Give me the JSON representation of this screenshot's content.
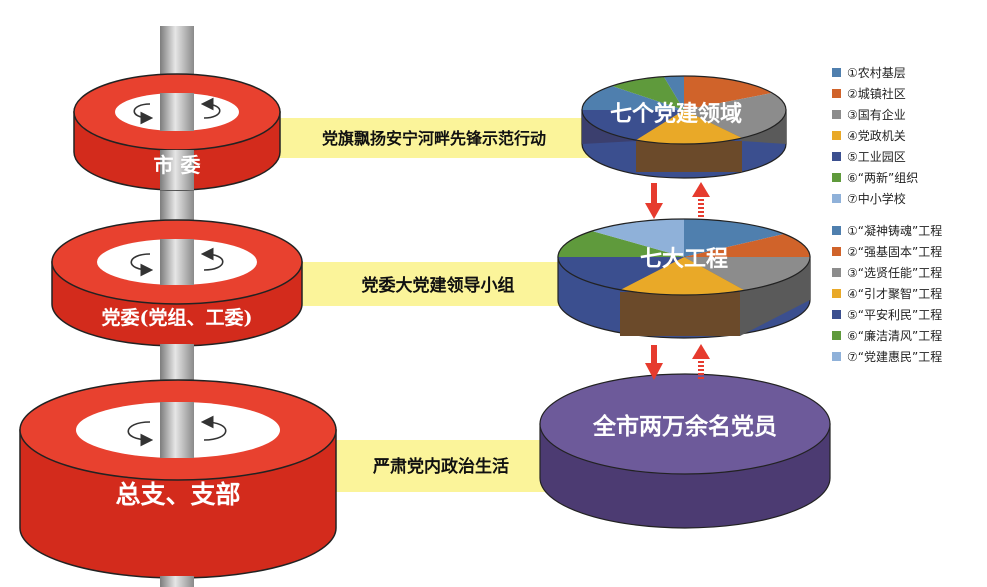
{
  "tiers": [
    {
      "label": "市  委",
      "bridge": "党旗飘扬安宁河畔先锋示范行动",
      "right": "七个党建领域"
    },
    {
      "label": "党委(党组、工委)",
      "bridge": "党委大党建领导小组",
      "right": "七大工程"
    },
    {
      "label": "总支、支部",
      "bridge": "严肃党内政治生活",
      "right": "全市两万余名党员"
    }
  ],
  "legend_domains": [
    {
      "text": "①农村基层",
      "color": "#4f7fae"
    },
    {
      "text": "②城镇社区",
      "color": "#d0632a"
    },
    {
      "text": "③国有企业",
      "color": "#8c8c8c"
    },
    {
      "text": "④党政机关",
      "color": "#e9a928"
    },
    {
      "text": "⑤工业园区",
      "color": "#3b4f8f"
    },
    {
      "text": "⑥“两新”组织",
      "color": "#5f9a3c"
    },
    {
      "text": "⑦中小学校",
      "color": "#8fb1d9"
    }
  ],
  "legend_projects": [
    {
      "text": "①“凝神铸魂”工程",
      "color": "#4f7fae"
    },
    {
      "text": "②“强基固本”工程",
      "color": "#d0632a"
    },
    {
      "text": "③“选贤任能”工程",
      "color": "#8c8c8c"
    },
    {
      "text": "④“引才聚智”工程",
      "color": "#e9a928"
    },
    {
      "text": "⑤“平安利民”工程",
      "color": "#3b4f8f"
    },
    {
      "text": "⑥“廉洁清风”工程",
      "color": "#5f9a3c"
    },
    {
      "text": "⑦“党建惠民”工程",
      "color": "#8fb1d9"
    }
  ],
  "colors": {
    "red_top": "#e8412f",
    "red_side": "#d32b1c",
    "bridge": "#fbf49a",
    "pole_light": "#e0e0e0",
    "pole_dark": "#8c8c8c",
    "arrow": "#e63b2e",
    "member_top": "#6d5a9a",
    "member_side": "#4c3b72"
  }
}
